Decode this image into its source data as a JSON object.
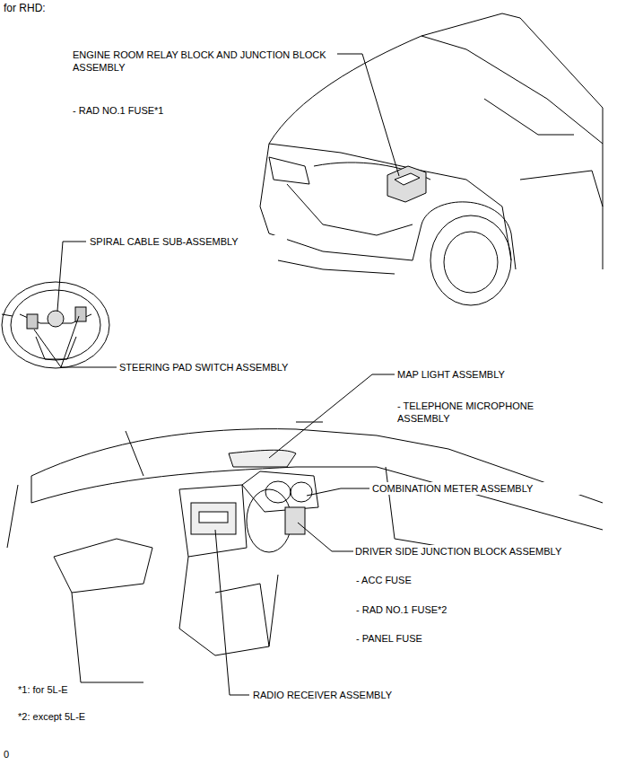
{
  "diagram": {
    "title": "for RHD:",
    "labels": [
      "ENGINE ROOM RELAY BLOCK AND JUNCTION BLOCK ASSEMBLY",
      "- RAD NO.1 FUSE*1",
      "SPIRAL CABLE SUB-ASSEMBLY",
      "STEERING PAD SWITCH ASSEMBLY",
      "MAP LIGHT ASSEMBLY",
      "- TELEPHONE MICROPHONE ASSEMBLY",
      "COMBINATION METER ASSEMBLY",
      "DRIVER SIDE JUNCTION BLOCK ASSEMBLY",
      "- ACC FUSE",
      "- RAD NO.1 FUSE*2",
      "- PANEL FUSE",
      "*1: for 5L-E",
      "*2: except 5L-E",
      "RADIO RECEIVER ASSEMBLY",
      "0"
    ]
  }
}
